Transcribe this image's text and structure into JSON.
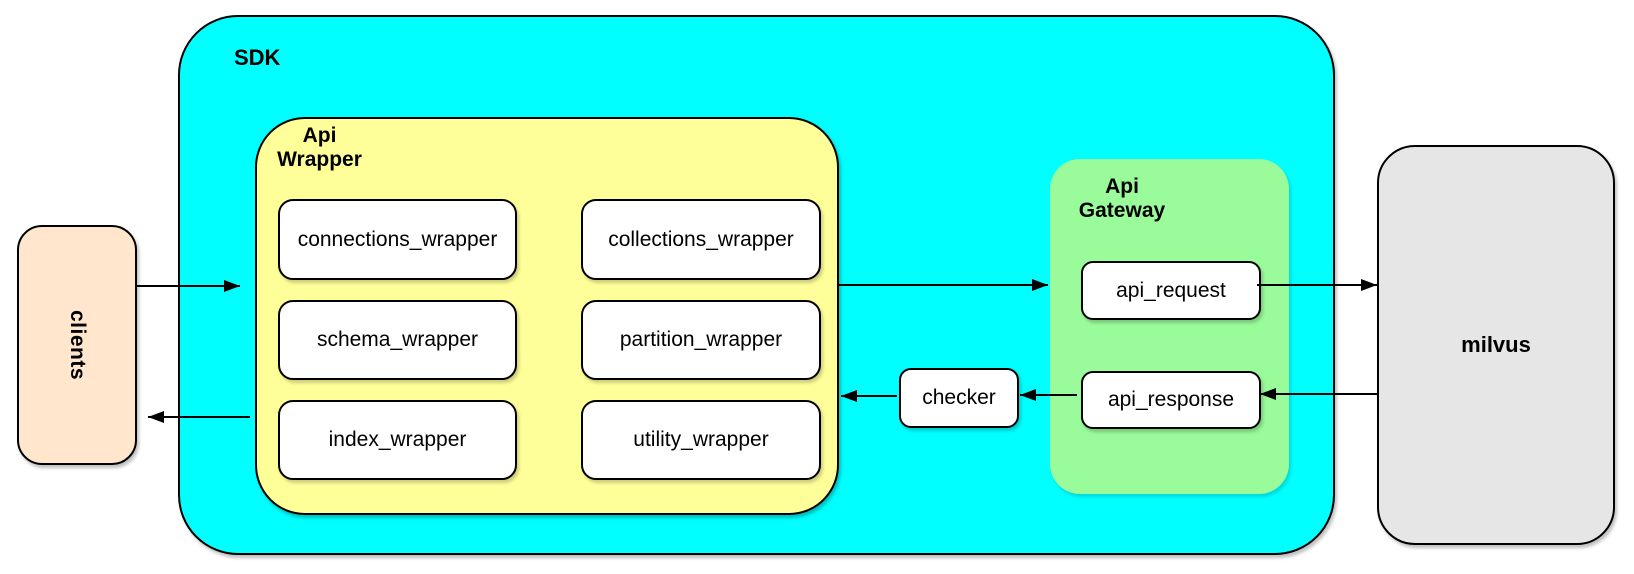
{
  "style": {
    "background": "#FFFFFF",
    "border_color": "#000000",
    "arrow_color": "#000000"
  },
  "clients": {
    "label": "clients",
    "fill": "#FFE6CC"
  },
  "sdk": {
    "label": "SDK",
    "fill": "#00FFFF",
    "api_wrapper": {
      "label_line1": "Api",
      "label_line2": "Wrapper",
      "fill": "#FFFF99",
      "box_fill": "#FFFFFF",
      "boxes": [
        "connections_wrapper",
        "collections_wrapper",
        "schema_wrapper",
        "partition_wrapper",
        "index_wrapper",
        "utility_wrapper"
      ]
    },
    "checker": {
      "label": "checker",
      "fill": "#FFFFFF"
    },
    "api_gateway": {
      "label_line1": "Api",
      "label_line2": "Gateway",
      "fill": "#99FB99",
      "box_fill": "#FFFFFF",
      "boxes": [
        "api_request",
        "api_response"
      ]
    }
  },
  "milvus": {
    "label": "milvus",
    "fill": "#E6E6E6"
  },
  "arrows": [
    {
      "from": "clients",
      "to": "api_wrapper"
    },
    {
      "from": "api_wrapper",
      "to": "api_gateway"
    },
    {
      "from": "api_request",
      "to": "milvus"
    },
    {
      "from": "milvus",
      "to": "api_response"
    },
    {
      "from": "api_response",
      "to": "checker"
    },
    {
      "from": "checker",
      "to": "api_wrapper"
    },
    {
      "from": "api_wrapper",
      "to": "clients"
    }
  ]
}
